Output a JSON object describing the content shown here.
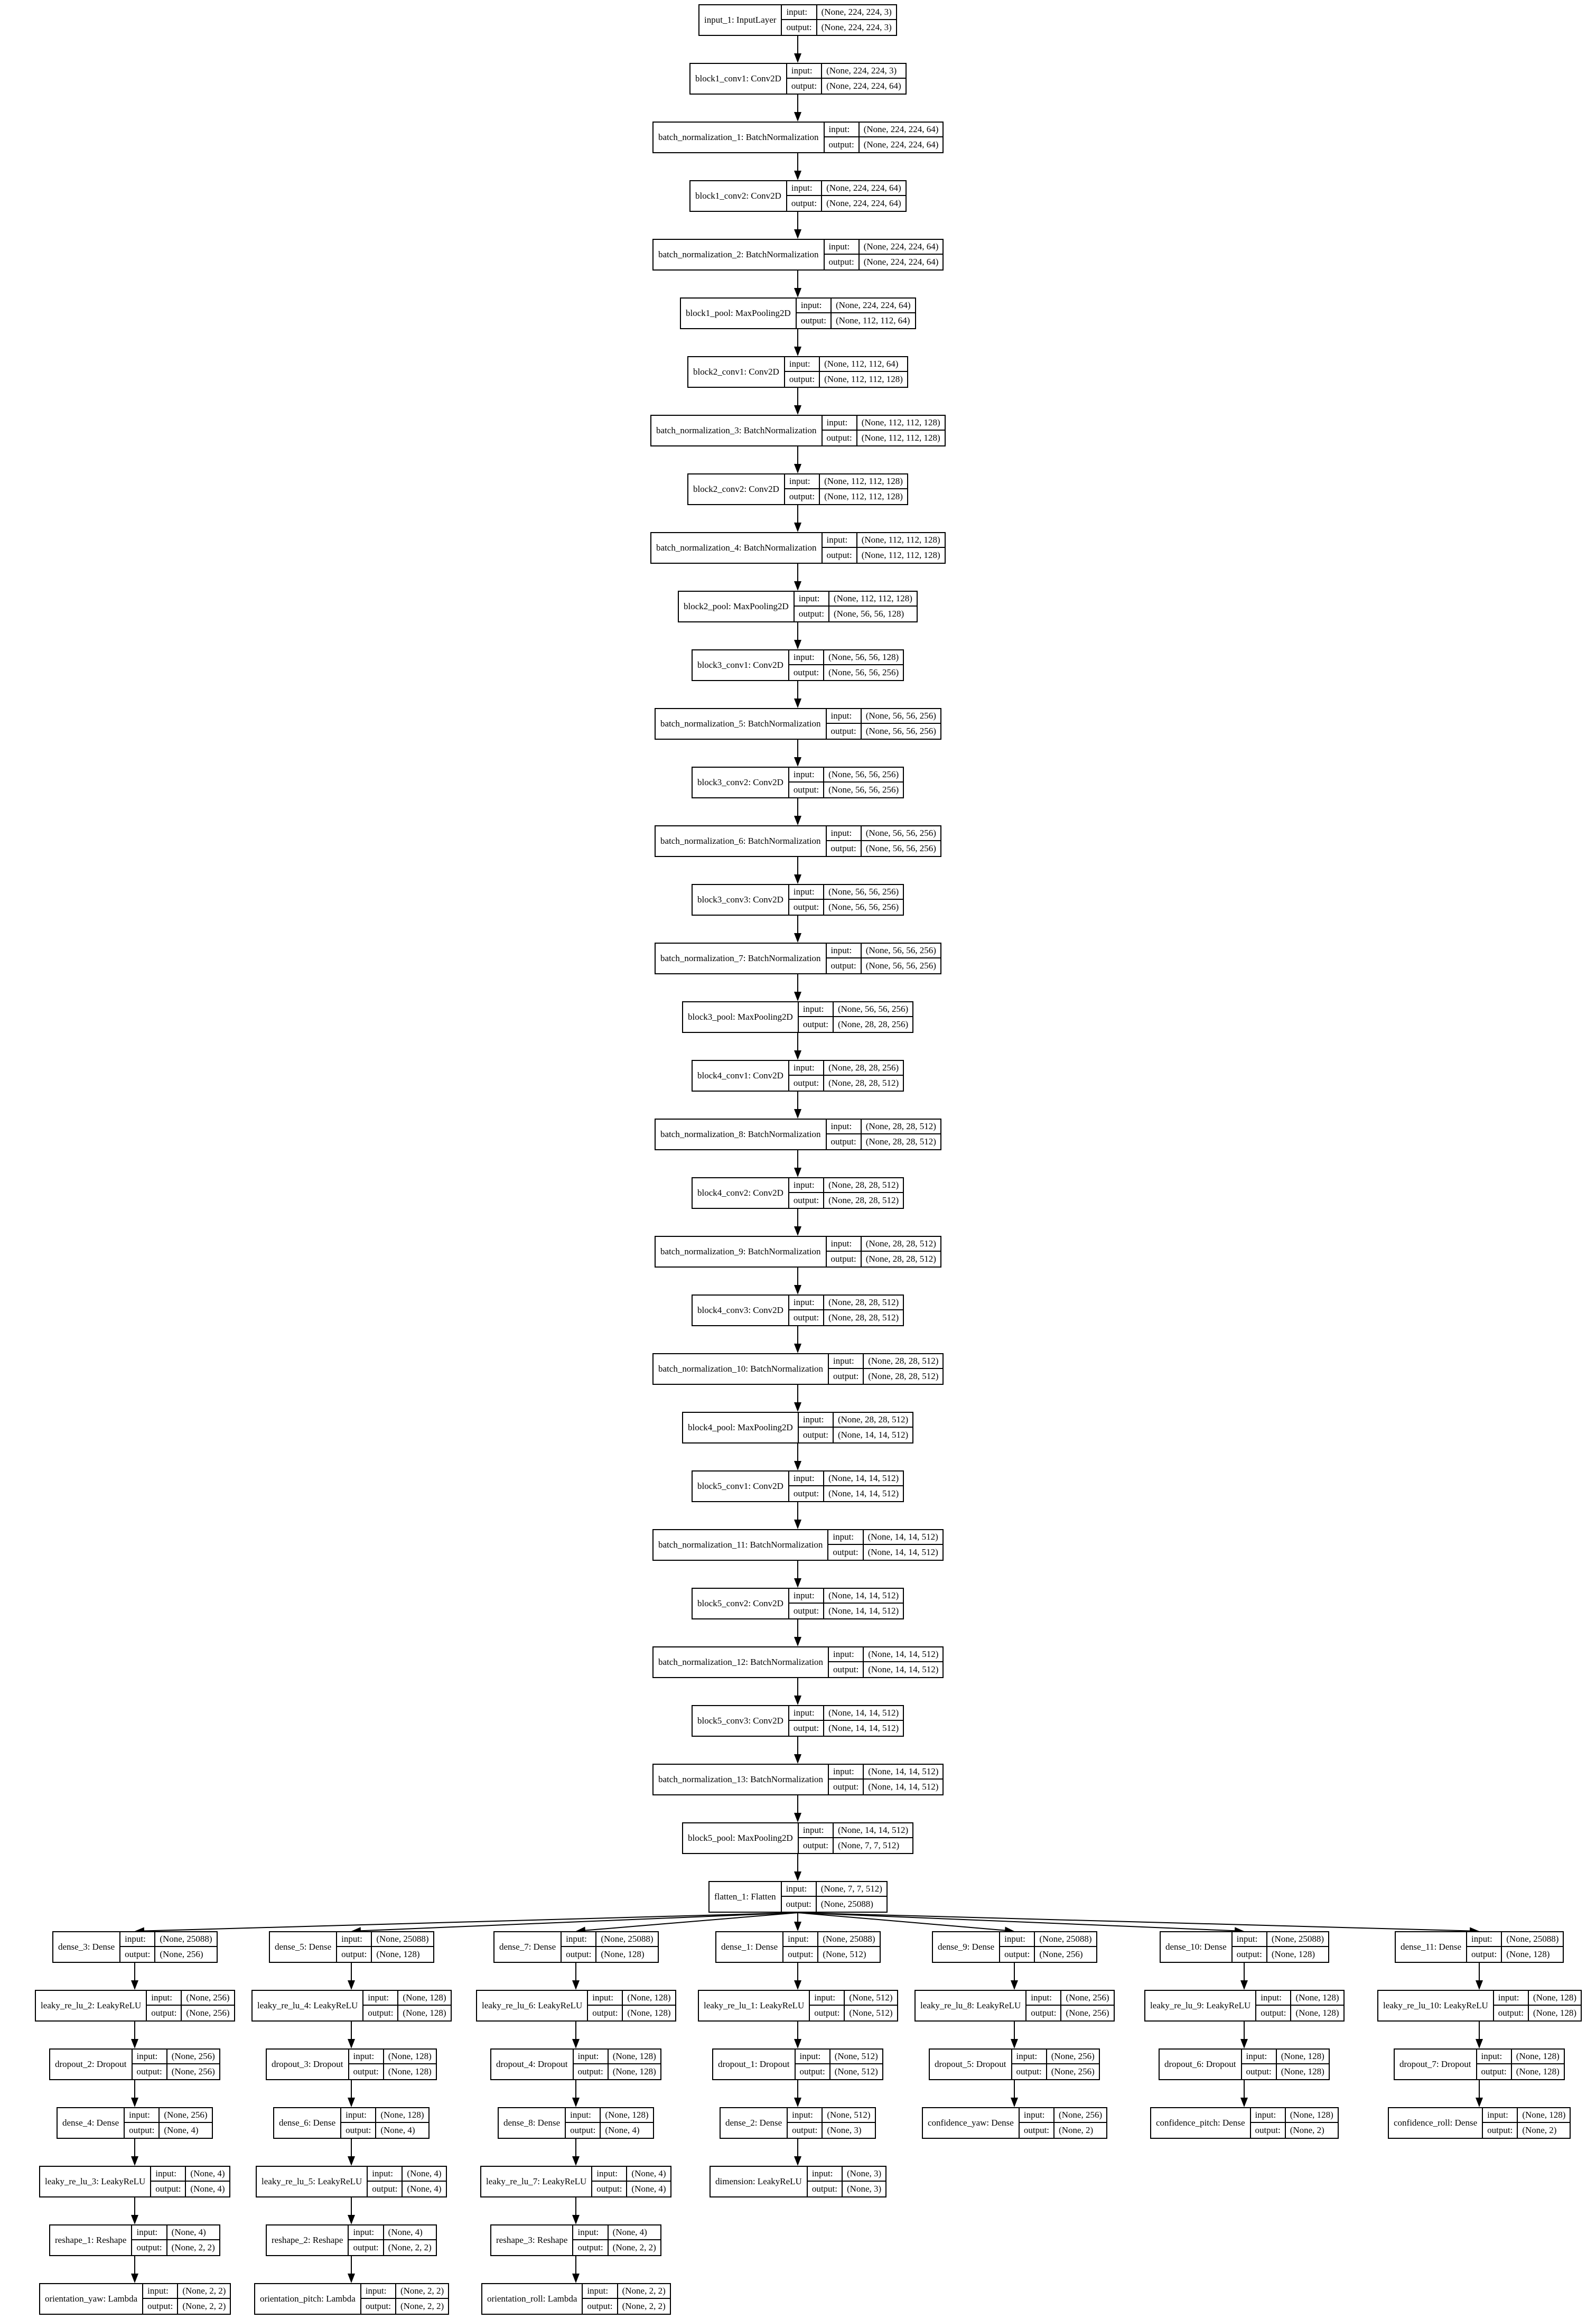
{
  "field_labels": {
    "input": "input:",
    "output": "output:"
  },
  "main_chain": [
    {
      "name": "input_1: InputLayer",
      "in": "(None, 224, 224, 3)",
      "out": "(None, 224, 224, 3)"
    },
    {
      "name": "block1_conv1: Conv2D",
      "in": "(None, 224, 224, 3)",
      "out": "(None, 224, 224, 64)"
    },
    {
      "name": "batch_normalization_1: BatchNormalization",
      "in": "(None, 224, 224, 64)",
      "out": "(None, 224, 224, 64)"
    },
    {
      "name": "block1_conv2: Conv2D",
      "in": "(None, 224, 224, 64)",
      "out": "(None, 224, 224, 64)"
    },
    {
      "name": "batch_normalization_2: BatchNormalization",
      "in": "(None, 224, 224, 64)",
      "out": "(None, 224, 224, 64)"
    },
    {
      "name": "block1_pool: MaxPooling2D",
      "in": "(None, 224, 224, 64)",
      "out": "(None, 112, 112, 64)"
    },
    {
      "name": "block2_conv1: Conv2D",
      "in": "(None, 112, 112, 64)",
      "out": "(None, 112, 112, 128)"
    },
    {
      "name": "batch_normalization_3: BatchNormalization",
      "in": "(None, 112, 112, 128)",
      "out": "(None, 112, 112, 128)"
    },
    {
      "name": "block2_conv2: Conv2D",
      "in": "(None, 112, 112, 128)",
      "out": "(None, 112, 112, 128)"
    },
    {
      "name": "batch_normalization_4: BatchNormalization",
      "in": "(None, 112, 112, 128)",
      "out": "(None, 112, 112, 128)"
    },
    {
      "name": "block2_pool: MaxPooling2D",
      "in": "(None, 112, 112, 128)",
      "out": "(None, 56, 56, 128)"
    },
    {
      "name": "block3_conv1: Conv2D",
      "in": "(None, 56, 56, 128)",
      "out": "(None, 56, 56, 256)"
    },
    {
      "name": "batch_normalization_5: BatchNormalization",
      "in": "(None, 56, 56, 256)",
      "out": "(None, 56, 56, 256)"
    },
    {
      "name": "block3_conv2: Conv2D",
      "in": "(None, 56, 56, 256)",
      "out": "(None, 56, 56, 256)"
    },
    {
      "name": "batch_normalization_6: BatchNormalization",
      "in": "(None, 56, 56, 256)",
      "out": "(None, 56, 56, 256)"
    },
    {
      "name": "block3_conv3: Conv2D",
      "in": "(None, 56, 56, 256)",
      "out": "(None, 56, 56, 256)"
    },
    {
      "name": "batch_normalization_7: BatchNormalization",
      "in": "(None, 56, 56, 256)",
      "out": "(None, 56, 56, 256)"
    },
    {
      "name": "block3_pool: MaxPooling2D",
      "in": "(None, 56, 56, 256)",
      "out": "(None, 28, 28, 256)"
    },
    {
      "name": "block4_conv1: Conv2D",
      "in": "(None, 28, 28, 256)",
      "out": "(None, 28, 28, 512)"
    },
    {
      "name": "batch_normalization_8: BatchNormalization",
      "in": "(None, 28, 28, 512)",
      "out": "(None, 28, 28, 512)"
    },
    {
      "name": "block4_conv2: Conv2D",
      "in": "(None, 28, 28, 512)",
      "out": "(None, 28, 28, 512)"
    },
    {
      "name": "batch_normalization_9: BatchNormalization",
      "in": "(None, 28, 28, 512)",
      "out": "(None, 28, 28, 512)"
    },
    {
      "name": "block4_conv3: Conv2D",
      "in": "(None, 28, 28, 512)",
      "out": "(None, 28, 28, 512)"
    },
    {
      "name": "batch_normalization_10: BatchNormalization",
      "in": "(None, 28, 28, 512)",
      "out": "(None, 28, 28, 512)"
    },
    {
      "name": "block4_pool: MaxPooling2D",
      "in": "(None, 28, 28, 512)",
      "out": "(None, 14, 14, 512)"
    },
    {
      "name": "block5_conv1: Conv2D",
      "in": "(None, 14, 14, 512)",
      "out": "(None, 14, 14, 512)"
    },
    {
      "name": "batch_normalization_11: BatchNormalization",
      "in": "(None, 14, 14, 512)",
      "out": "(None, 14, 14, 512)"
    },
    {
      "name": "block5_conv2: Conv2D",
      "in": "(None, 14, 14, 512)",
      "out": "(None, 14, 14, 512)"
    },
    {
      "name": "batch_normalization_12: BatchNormalization",
      "in": "(None, 14, 14, 512)",
      "out": "(None, 14, 14, 512)"
    },
    {
      "name": "block5_conv3: Conv2D",
      "in": "(None, 14, 14, 512)",
      "out": "(None, 14, 14, 512)"
    },
    {
      "name": "batch_normalization_13: BatchNormalization",
      "in": "(None, 14, 14, 512)",
      "out": "(None, 14, 14, 512)"
    },
    {
      "name": "block5_pool: MaxPooling2D",
      "in": "(None, 14, 14, 512)",
      "out": "(None, 7, 7, 512)"
    },
    {
      "name": "flatten_1: Flatten",
      "in": "(None, 7, 7, 512)",
      "out": "(None, 25088)"
    }
  ],
  "branches": [
    [
      {
        "name": "dense_3: Dense",
        "in": "(None, 25088)",
        "out": "(None, 256)"
      },
      {
        "name": "leaky_re_lu_2: LeakyReLU",
        "in": "(None, 256)",
        "out": "(None, 256)"
      },
      {
        "name": "dropout_2: Dropout",
        "in": "(None, 256)",
        "out": "(None, 256)"
      },
      {
        "name": "dense_4: Dense",
        "in": "(None, 256)",
        "out": "(None, 4)"
      },
      {
        "name": "leaky_re_lu_3: LeakyReLU",
        "in": "(None, 4)",
        "out": "(None, 4)"
      },
      {
        "name": "reshape_1: Reshape",
        "in": "(None, 4)",
        "out": "(None, 2, 2)"
      },
      {
        "name": "orientation_yaw: Lambda",
        "in": "(None, 2, 2)",
        "out": "(None, 2, 2)"
      }
    ],
    [
      {
        "name": "dense_5: Dense",
        "in": "(None, 25088)",
        "out": "(None, 128)"
      },
      {
        "name": "leaky_re_lu_4: LeakyReLU",
        "in": "(None, 128)",
        "out": "(None, 128)"
      },
      {
        "name": "dropout_3: Dropout",
        "in": "(None, 128)",
        "out": "(None, 128)"
      },
      {
        "name": "dense_6: Dense",
        "in": "(None, 128)",
        "out": "(None, 4)"
      },
      {
        "name": "leaky_re_lu_5: LeakyReLU",
        "in": "(None, 4)",
        "out": "(None, 4)"
      },
      {
        "name": "reshape_2: Reshape",
        "in": "(None, 4)",
        "out": "(None, 2, 2)"
      },
      {
        "name": "orientation_pitch: Lambda",
        "in": "(None, 2, 2)",
        "out": "(None, 2, 2)"
      }
    ],
    [
      {
        "name": "dense_7: Dense",
        "in": "(None, 25088)",
        "out": "(None, 128)"
      },
      {
        "name": "leaky_re_lu_6: LeakyReLU",
        "in": "(None, 128)",
        "out": "(None, 128)"
      },
      {
        "name": "dropout_4: Dropout",
        "in": "(None, 128)",
        "out": "(None, 128)"
      },
      {
        "name": "dense_8: Dense",
        "in": "(None, 128)",
        "out": "(None, 4)"
      },
      {
        "name": "leaky_re_lu_7: LeakyReLU",
        "in": "(None, 4)",
        "out": "(None, 4)"
      },
      {
        "name": "reshape_3: Reshape",
        "in": "(None, 4)",
        "out": "(None, 2, 2)"
      },
      {
        "name": "orientation_roll: Lambda",
        "in": "(None, 2, 2)",
        "out": "(None, 2, 2)"
      }
    ],
    [
      {
        "name": "dense_1: Dense",
        "in": "(None, 25088)",
        "out": "(None, 512)"
      },
      {
        "name": "leaky_re_lu_1: LeakyReLU",
        "in": "(None, 512)",
        "out": "(None, 512)"
      },
      {
        "name": "dropout_1: Dropout",
        "in": "(None, 512)",
        "out": "(None, 512)"
      },
      {
        "name": "dense_2: Dense",
        "in": "(None, 512)",
        "out": "(None, 3)"
      },
      {
        "name": "dimension: LeakyReLU",
        "in": "(None, 3)",
        "out": "(None, 3)"
      }
    ],
    [
      {
        "name": "dense_9: Dense",
        "in": "(None, 25088)",
        "out": "(None, 256)"
      },
      {
        "name": "leaky_re_lu_8: LeakyReLU",
        "in": "(None, 256)",
        "out": "(None, 256)"
      },
      {
        "name": "dropout_5: Dropout",
        "in": "(None, 256)",
        "out": "(None, 256)"
      },
      {
        "name": "confidence_yaw: Dense",
        "in": "(None, 256)",
        "out": "(None, 2)"
      }
    ],
    [
      {
        "name": "dense_10: Dense",
        "in": "(None, 25088)",
        "out": "(None, 128)"
      },
      {
        "name": "leaky_re_lu_9: LeakyReLU",
        "in": "(None, 128)",
        "out": "(None, 128)"
      },
      {
        "name": "dropout_6: Dropout",
        "in": "(None, 128)",
        "out": "(None, 128)"
      },
      {
        "name": "confidence_pitch: Dense",
        "in": "(None, 128)",
        "out": "(None, 2)"
      }
    ],
    [
      {
        "name": "dense_11: Dense",
        "in": "(None, 25088)",
        "out": "(None, 128)"
      },
      {
        "name": "leaky_re_lu_10: LeakyReLU",
        "in": "(None, 128)",
        "out": "(None, 128)"
      },
      {
        "name": "dropout_7: Dropout",
        "in": "(None, 128)",
        "out": "(None, 128)"
      },
      {
        "name": "confidence_roll: Dense",
        "in": "(None, 128)",
        "out": "(None, 2)"
      }
    ]
  ]
}
